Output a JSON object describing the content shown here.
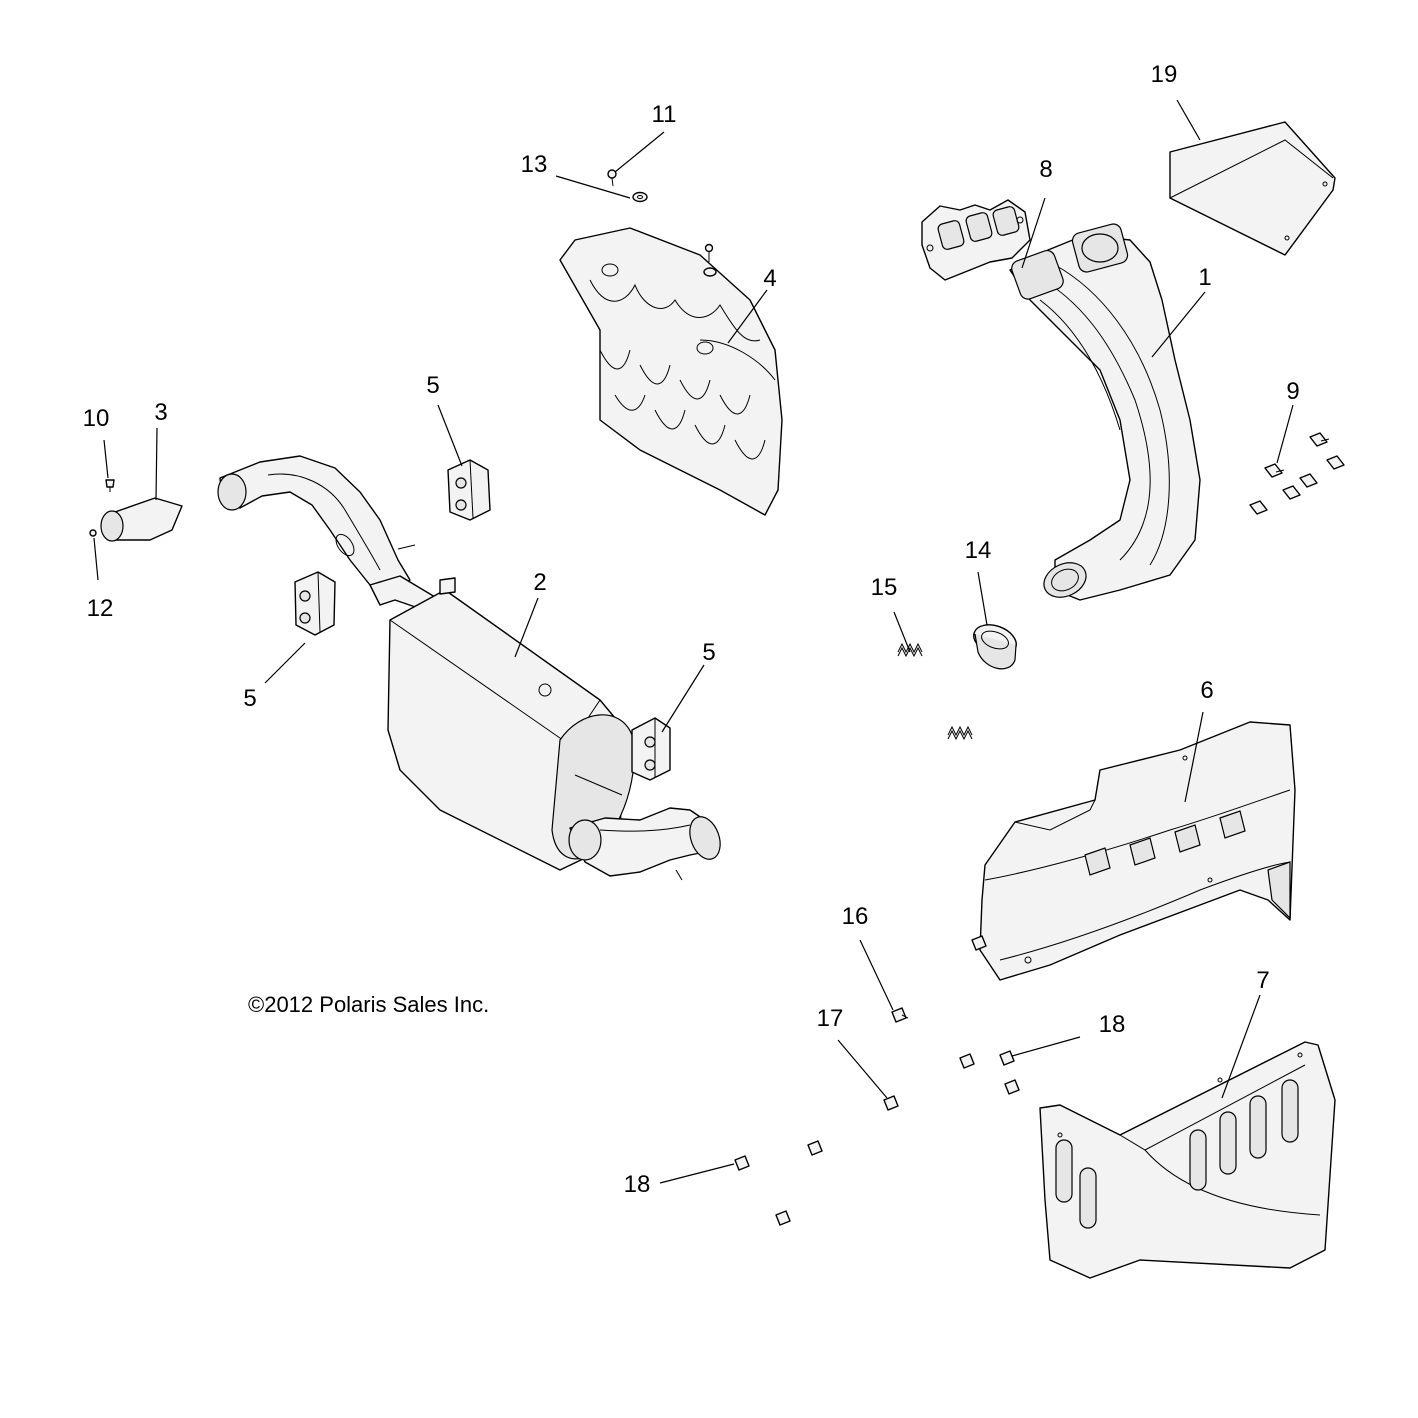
{
  "copyright": "©2012 Polaris Sales Inc.",
  "callouts": [
    {
      "id": "1",
      "label": "1"
    },
    {
      "id": "2",
      "label": "2"
    },
    {
      "id": "3",
      "label": "3"
    },
    {
      "id": "4",
      "label": "4"
    },
    {
      "id": "5a",
      "label": "5"
    },
    {
      "id": "5b",
      "label": "5"
    },
    {
      "id": "5c",
      "label": "5"
    },
    {
      "id": "6",
      "label": "6"
    },
    {
      "id": "7",
      "label": "7"
    },
    {
      "id": "8",
      "label": "8"
    },
    {
      "id": "9",
      "label": "9"
    },
    {
      "id": "10",
      "label": "10"
    },
    {
      "id": "11",
      "label": "11"
    },
    {
      "id": "12",
      "label": "12"
    },
    {
      "id": "13",
      "label": "13"
    },
    {
      "id": "14",
      "label": "14"
    },
    {
      "id": "15",
      "label": "15"
    },
    {
      "id": "16",
      "label": "16"
    },
    {
      "id": "17",
      "label": "17"
    },
    {
      "id": "18a",
      "label": "18"
    },
    {
      "id": "18b",
      "label": "18"
    },
    {
      "id": "19",
      "label": "19"
    }
  ]
}
